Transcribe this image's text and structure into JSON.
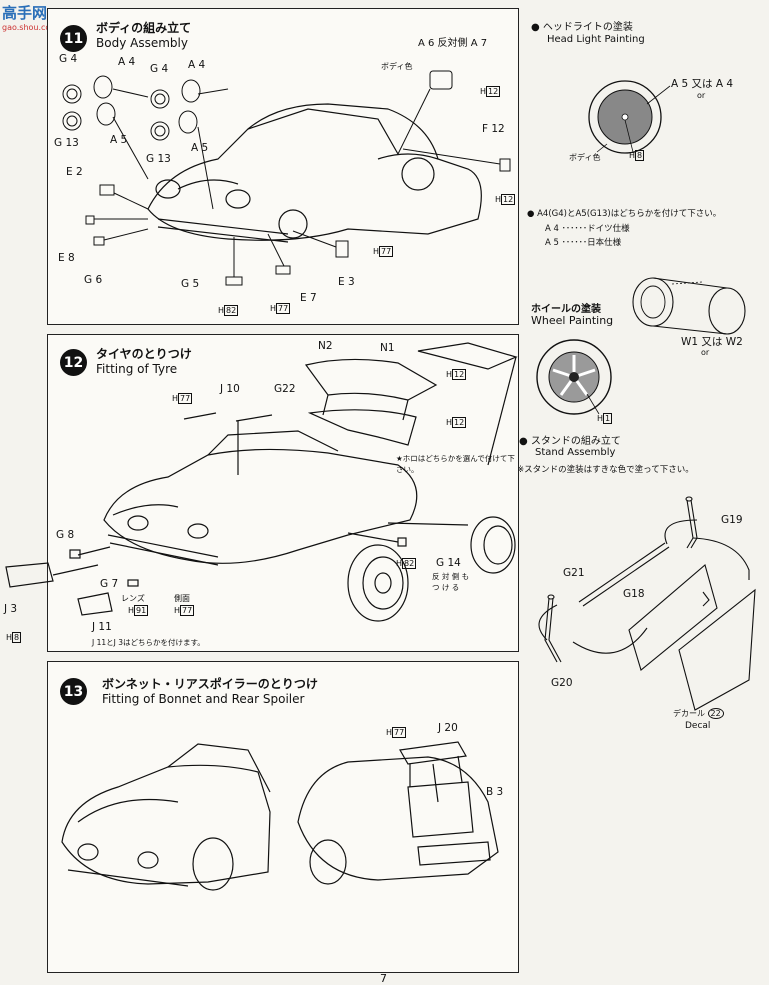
{
  "watermark": {
    "logo": "高手网",
    "site": "gao.shou.com"
  },
  "step11": {
    "num": "11",
    "title_jp": "ボディの組み立て",
    "title_en": "Body Assembly",
    "labels": {
      "a6a7": "A 6 反対側 A 7",
      "body_color": "ボディ色",
      "g4a": "G 4",
      "a4a": "A 4",
      "g4b": "G 4",
      "a4b": "A 4",
      "g13a": "G 13",
      "a5a": "A 5",
      "g13b": "G 13",
      "a5b": "A 5",
      "f12": "F 12",
      "e2": "E 2",
      "e8": "E 8",
      "g6": "G 6",
      "g5": "G 5",
      "e7": "E 7",
      "e3": "E 3"
    },
    "paint": {
      "h12a": "12",
      "h12b": "12",
      "h77a": "77",
      "h82": "82",
      "h77b": "77",
      "h": "H"
    }
  },
  "headlight": {
    "title": "● ヘッドライトの塗装",
    "subtitle": "Head Light Painting",
    "a5a4": "A 5 又は A 4",
    "or": "or",
    "body_color": "ボディ色",
    "h8": "8",
    "note_line1": "● A4(G4)とA5(G13)はどちらかを付けて下さい。",
    "note_a4": "A 4 ･･････ドイツ仕様",
    "note_a5": "A 5 ･･････日本仕様"
  },
  "wheel": {
    "title": "ホイールの塗装",
    "subtitle": "Wheel Painting",
    "w1w2": "W1 又は W2",
    "or": "or",
    "h1": "1"
  },
  "stand": {
    "title": "● スタンドの組み立て",
    "subtitle": "Stand Assembly",
    "note": "※スタンドの塗装はすきな色で塗って下さい。",
    "g19": "G19",
    "g21": "G21",
    "g18": "G18",
    "g20": "G20",
    "decal_jp": "デカール",
    "decal_num": "22",
    "decal_en": "Decal"
  },
  "step12": {
    "num": "12",
    "title_jp": "タイヤのとりつけ",
    "title_en": "Fitting of Tyre",
    "labels": {
      "n2": "N2",
      "n1": "N1",
      "j10": "J 10",
      "g22": "G22",
      "g8": "G 8",
      "g14": "G 14",
      "g7": "G 7",
      "lens": "レンズ",
      "side": "側面",
      "j3": "J 3",
      "j11": "J 11",
      "hood_note": "★ホロはどちらかを選んで付けて下さい。",
      "g14_note": "反 対 側 も つ け る",
      "j11_note": "J 11とJ 3はどちらかを付けます。"
    },
    "paint": {
      "h12a": "12",
      "h12b": "12",
      "h77a": "77",
      "h82": "82",
      "h91": "91",
      "h77b": "77",
      "h8": "8"
    }
  },
  "step13": {
    "num": "13",
    "title_jp": "ボンネット・リアスポイラーのとりつけ",
    "title_en": "Fitting of Bonnet and Rear Spoiler",
    "labels": {
      "h77": "77",
      "j20": "J 20",
      "b3": "B 3"
    }
  },
  "page_number": "7"
}
